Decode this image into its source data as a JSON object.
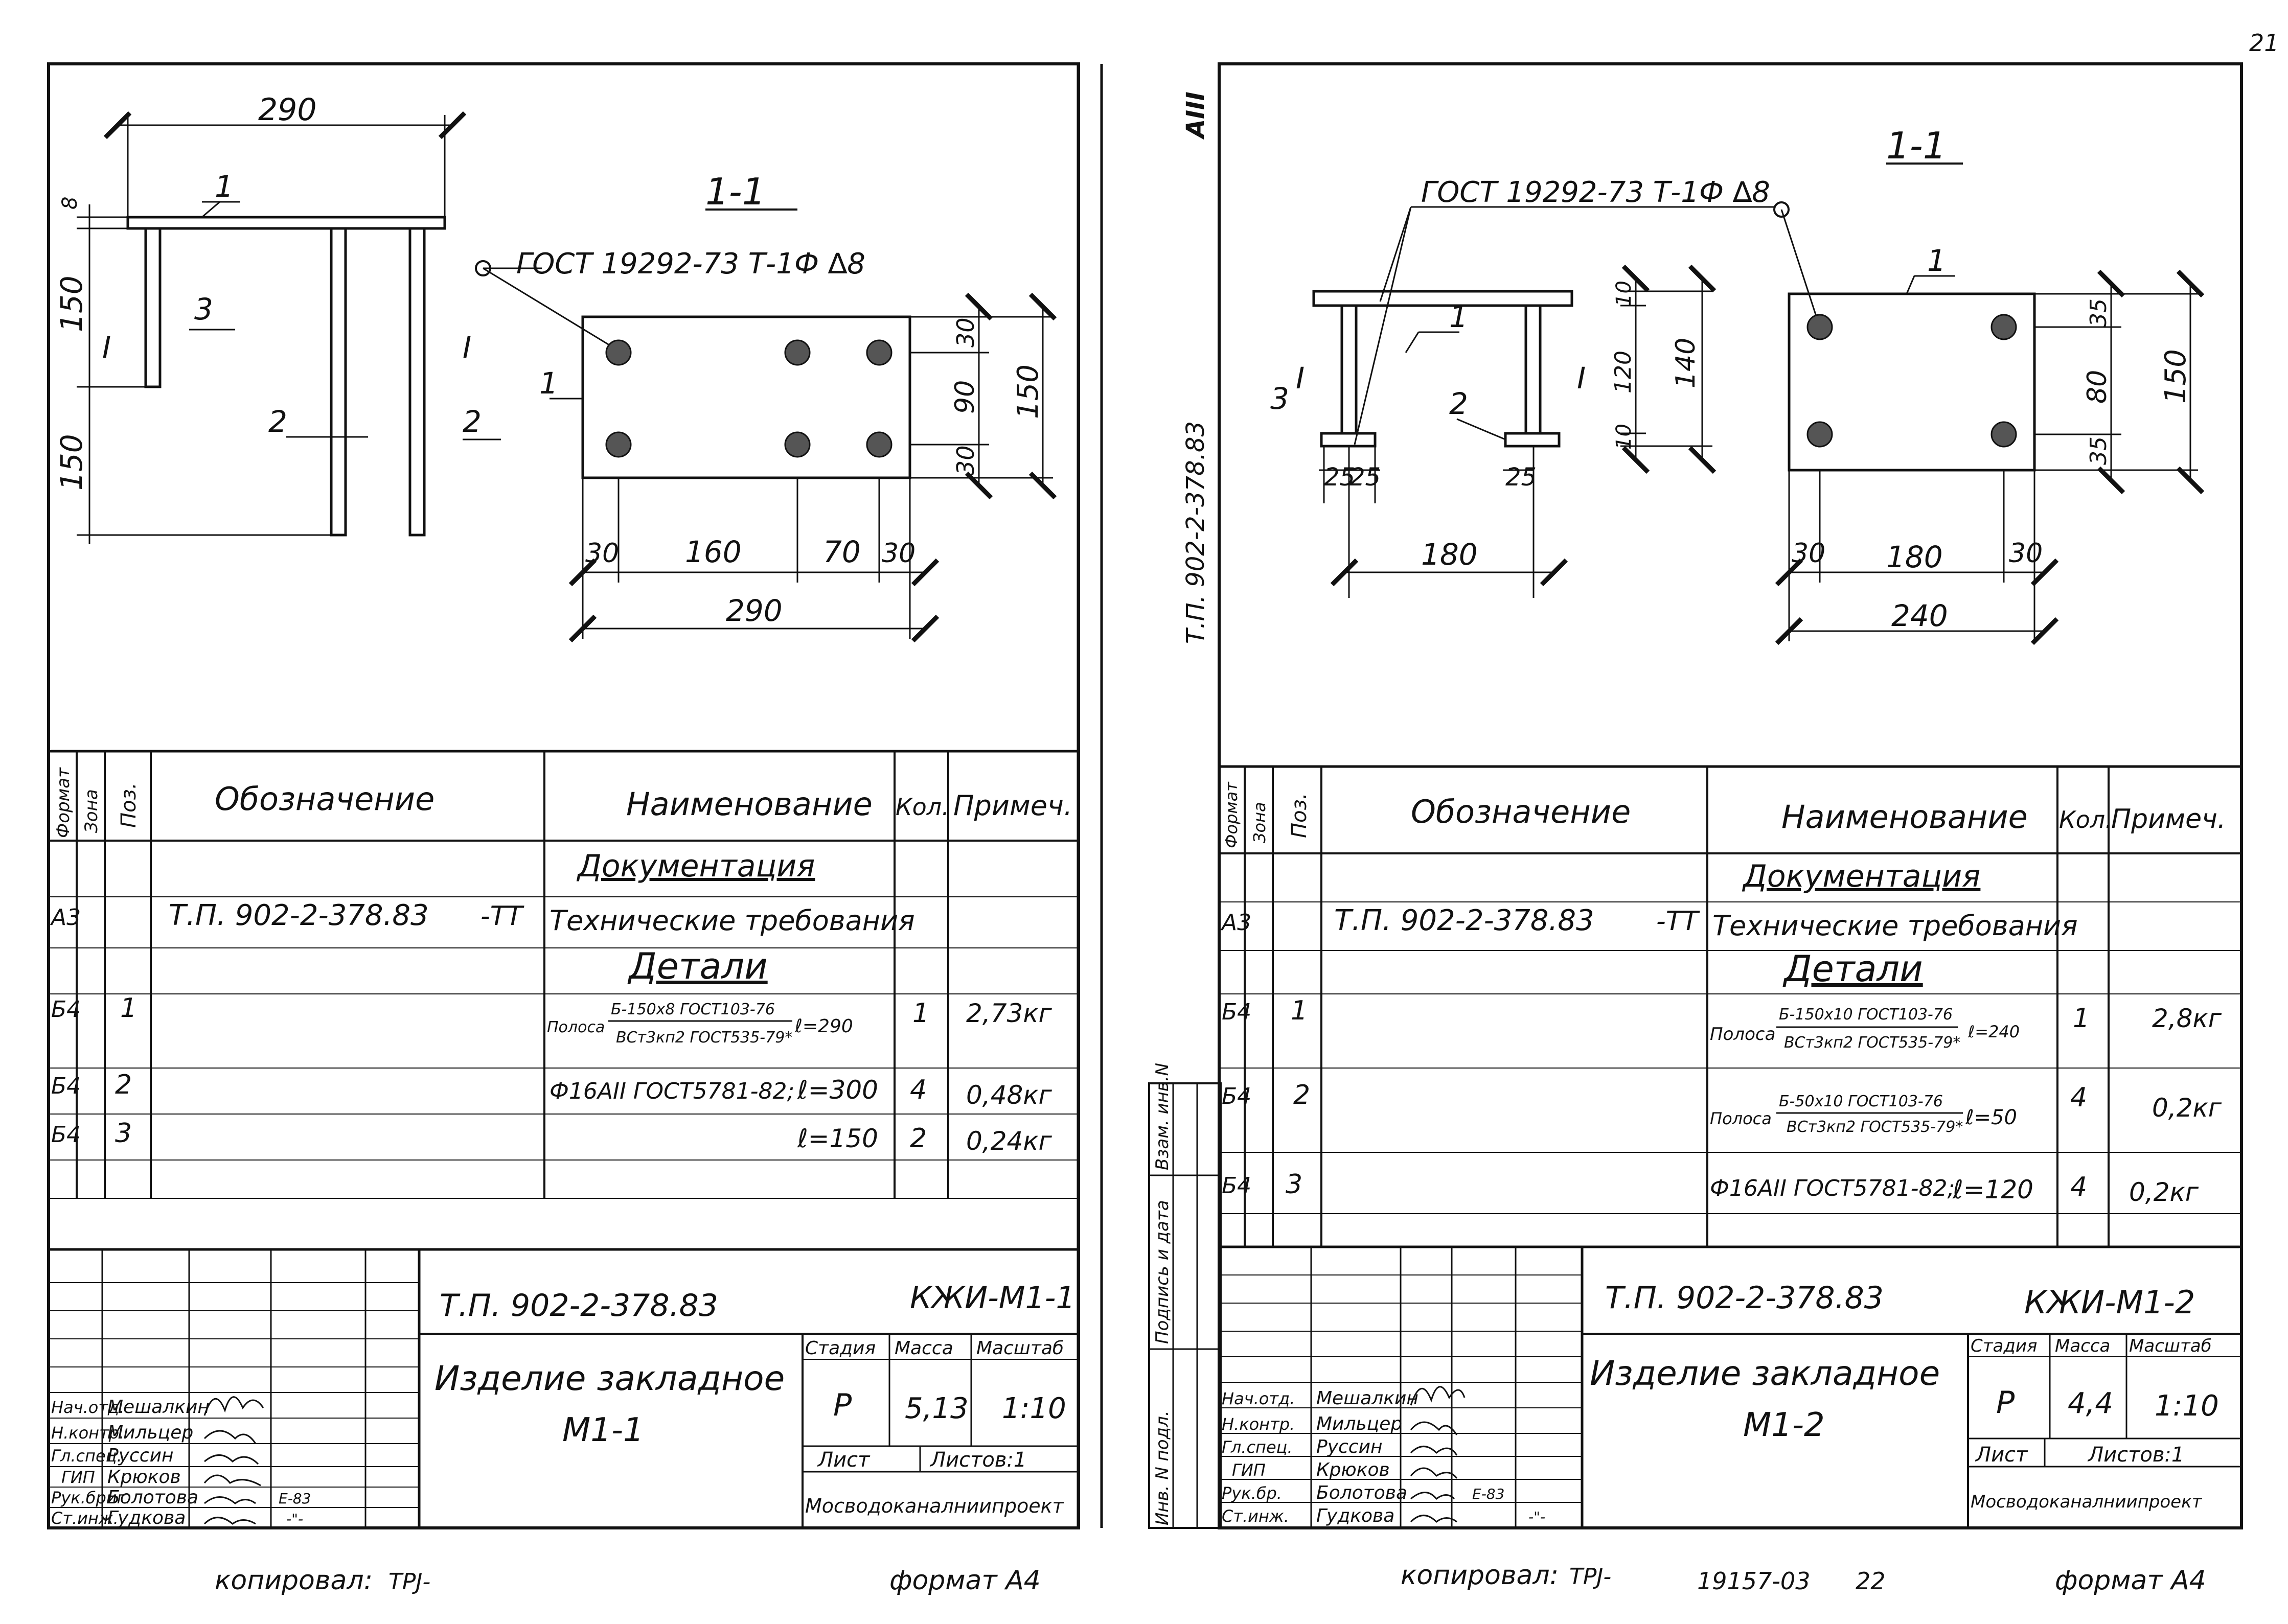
{
  "page_number": "21",
  "spine_text": "Т.П. 902-2-378.83",
  "album_mark": "АIII",
  "side_stamp": {
    "col1": "Инв. N подл.",
    "col2": "Подпись и дата",
    "col3": "Взам. инв.N"
  },
  "footer": {
    "left_copied": "копировал: ",
    "left_copied_sig": "TPJ-",
    "left_format": "формат А4",
    "right_copied": "копировал: ",
    "right_copied_sig": "TPJ-",
    "order_no": "19157-03",
    "order_sheet": "22",
    "right_format": "формат А4"
  },
  "left_sheet": {
    "drawing": {
      "section_mark": "1-1",
      "weld_note": "ГОСТ 19292-73 Т-1Ф ∆8",
      "dims": {
        "overall_top": "290",
        "plate_thk": "8",
        "upper_leg": "150",
        "lower_leg": "150",
        "grid_30a": "30",
        "grid_160": "160",
        "grid_70": "70",
        "grid_30b": "30",
        "grid_290": "290",
        "side_30a": "30",
        "side_90": "90",
        "side_30b": "30",
        "side_150": "150"
      },
      "pos_labels": [
        "1",
        "2",
        "2",
        "3",
        "1"
      ],
      "cut_label": "I"
    },
    "spec": {
      "headers": {
        "format": "Формат",
        "zone": "Зона",
        "pos": "Поз.",
        "designation": "Обозначение",
        "name": "Наименование",
        "qty": "Кол.",
        "note": "Примеч."
      },
      "section_docs": "Документация",
      "doc_row": {
        "format": "А3",
        "designation": "Т.П. 902-2-378.83",
        "suffix": "-ТТ",
        "name": "Технические требования"
      },
      "section_parts": "Детали",
      "rows": [
        {
          "format": "Б4",
          "pos": "1",
          "name_main": "Полоса",
          "name_top": "Б-150х8 ГОСТ103-76",
          "name_bottom": "ВСт3кп2 ГОСТ535-79*",
          "length": "ℓ=290",
          "qty": "1",
          "note": "2,73кг"
        },
        {
          "format": "Б4",
          "pos": "2",
          "name_main": "Ф16АII ГОСТ5781-82;",
          "length": "ℓ=300",
          "qty": "4",
          "note": "0,48кг"
        },
        {
          "format": "Б4",
          "pos": "3",
          "name_main": "",
          "length": "ℓ=150",
          "qty": "2",
          "note": "0,24кг"
        }
      ]
    },
    "title_block": {
      "doc_code": "Т.П. 902-2-378.83",
      "sheet_code": "КЖИ-М1-1",
      "title_line1": "Изделие закладное",
      "title_line2": "М1-1",
      "stage_h": "Стадия",
      "mass_h": "Масса",
      "scale_h": "Масштаб",
      "stage": "Р",
      "mass": "5,13",
      "scale": "1:10",
      "sheet_h": "Лист",
      "sheets_h": "Листов:1",
      "org": "Мосводоканалниипроект",
      "roles": [
        "Нач.отд.",
        "Н.контр.",
        "Гл.спец.",
        "ГИП",
        "Рук.бриг.",
        "Ст.инж."
      ],
      "names": [
        "Мешалкин",
        "Мильцер",
        "Руссин",
        "Крюков",
        "Болотова",
        "Гудкова"
      ],
      "date": "Е-83",
      "ditto": "-\"-"
    }
  },
  "right_sheet": {
    "drawing": {
      "section_mark": "1-1",
      "weld_note": "ГОСТ 19292-73 Т-1Ф ∆8",
      "dims": {
        "base_25a": "25",
        "base_25b": "25",
        "base_25c": "25",
        "base_180": "180",
        "h_10a": "10",
        "h_120": "120",
        "h_10b": "10",
        "h_140": "140",
        "grid_30a": "30",
        "grid_180": "180",
        "grid_30b": "30",
        "grid_240": "240",
        "side_35a": "35",
        "side_80": "80",
        "side_35b": "35",
        "side_150": "150"
      },
      "pos_labels": [
        "1",
        "1",
        "2",
        "3"
      ],
      "cut_label": "I"
    },
    "spec": {
      "headers": {
        "format": "Формат",
        "zone": "Зона",
        "pos": "Поз.",
        "designation": "Обозначение",
        "name": "Наименование",
        "qty": "Кол.",
        "note": "Примеч."
      },
      "section_docs": "Документация",
      "doc_row": {
        "format": "А3",
        "designation": "Т.П. 902-2-378.83",
        "suffix": "-ТТ",
        "name": "Технические требования"
      },
      "section_parts": "Детали",
      "rows": [
        {
          "format": "Б4",
          "pos": "1",
          "name_main": "Полоса",
          "name_top": "Б-150х10 ГОСТ103-76",
          "name_bottom": "ВСт3кп2 ГОСТ535-79*",
          "length": "ℓ=240",
          "qty": "1",
          "note": "2,8кг"
        },
        {
          "format": "Б4",
          "pos": "2",
          "name_main": "Полоса",
          "name_top": "Б-50х10 ГОСТ103-76",
          "name_bottom": "ВСт3кп2 ГОСТ535-79*",
          "length": "ℓ=50",
          "qty": "4",
          "note": "0,2кг"
        },
        {
          "format": "Б4",
          "pos": "3",
          "name_main": "Ф16АII ГОСТ5781-82;",
          "length": "ℓ=120",
          "qty": "4",
          "note": "0,2кг"
        }
      ]
    },
    "title_block": {
      "doc_code": "Т.П. 902-2-378.83",
      "sheet_code": "КЖИ-М1-2",
      "title_line1": "Изделие закладное",
      "title_line2": "М1-2",
      "stage_h": "Стадия",
      "mass_h": "Масса",
      "scale_h": "Масштаб",
      "stage": "Р",
      "mass": "4,4",
      "scale": "1:10",
      "sheet_h": "Лист",
      "sheets_h": "Листов:1",
      "org": "Мосводоканалниипроект",
      "roles": [
        "Нач.отд.",
        "Н.контр.",
        "Гл.спец.",
        "ГИП",
        "Рук.бр.",
        "Ст.инж."
      ],
      "names": [
        "Мешалкин",
        "Мильцер",
        "Руссин",
        "Крюков",
        "Болотова",
        "Гудкова"
      ],
      "date": "Е-83",
      "ditto": "-\"-"
    }
  }
}
